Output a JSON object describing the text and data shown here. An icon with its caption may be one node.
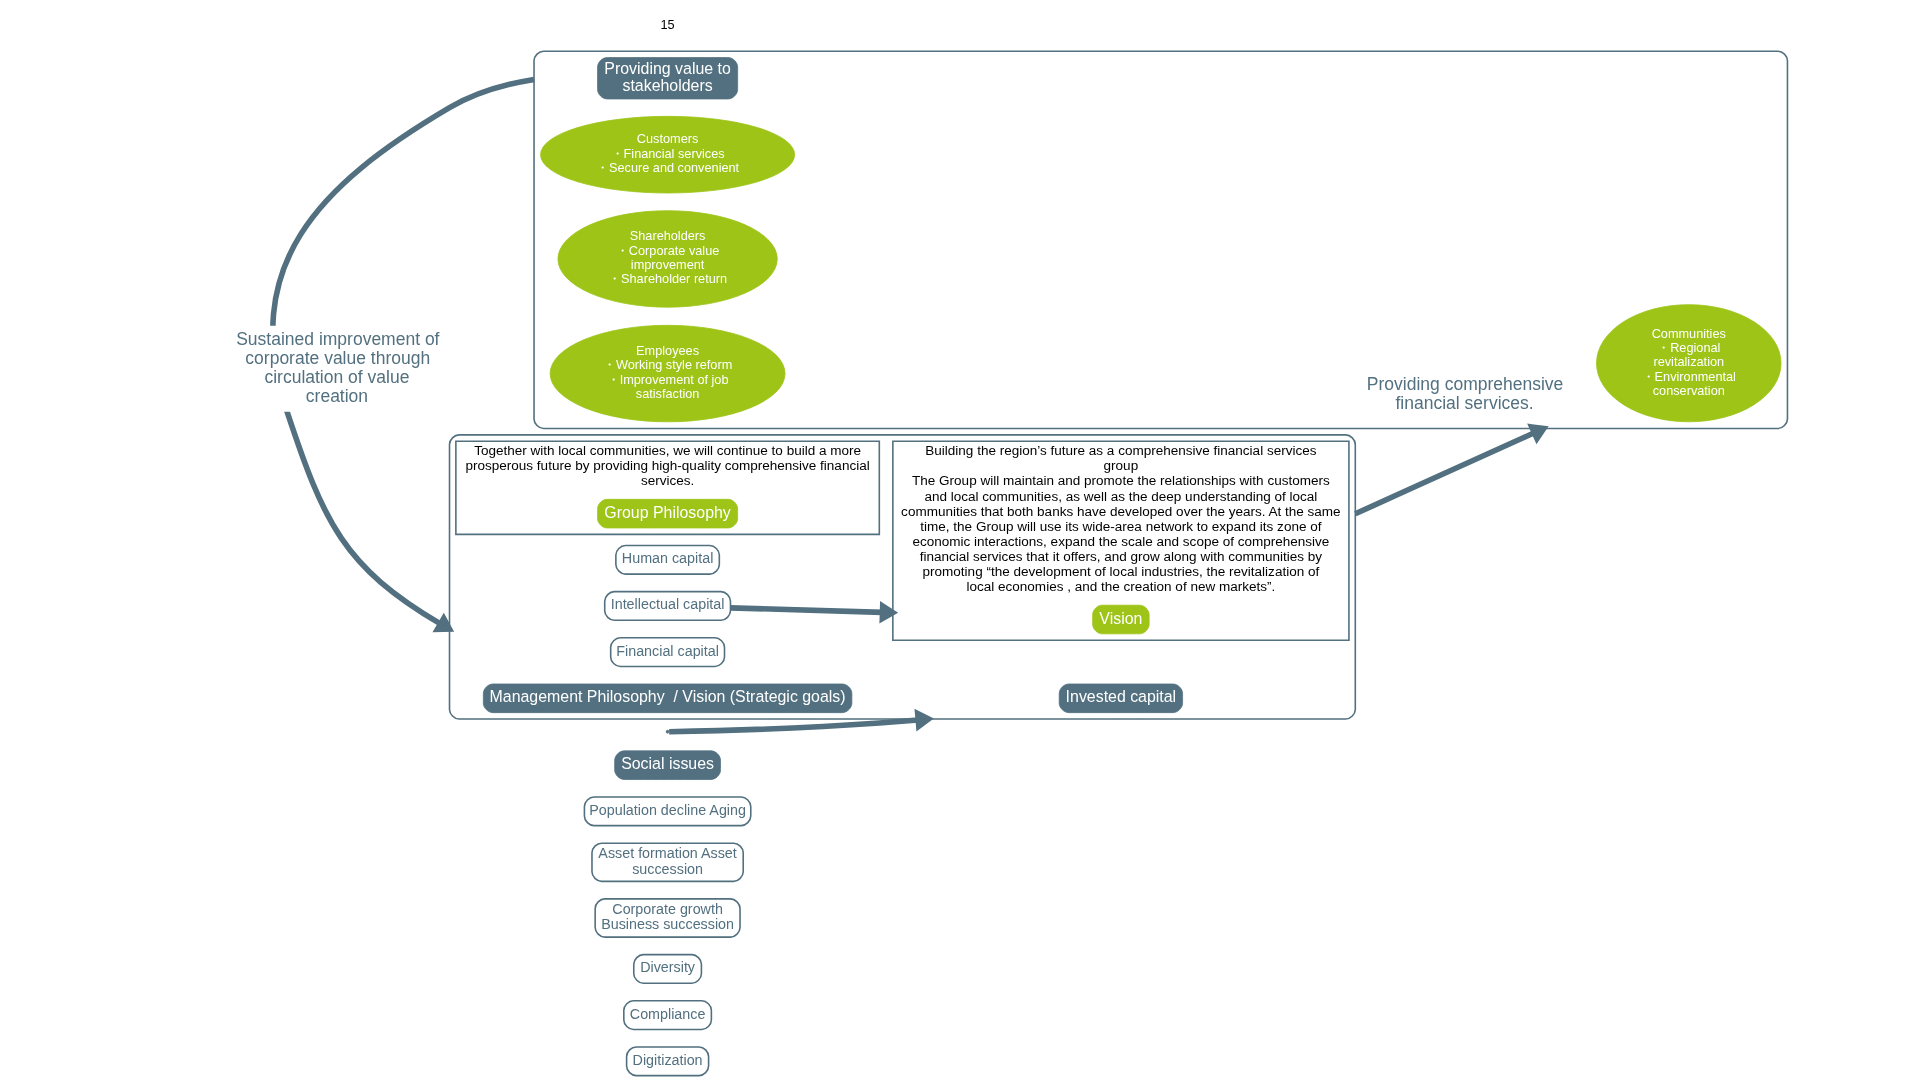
{
  "diagram": {
    "nodes": [
      {
        "text": [
          "Social issues"
        ]
      },
      {
        "text": [
          "Population decline Aging"
        ]
      },
      {
        "text": [
          "Asset formation Asset succession"
        ]
      },
      {
        "text": [
          "Corporate growth Business succession"
        ]
      },
      {
        "text": [
          "Diversity"
        ]
      },
      {
        "text": [
          "Compliance"
        ]
      },
      {
        "text": [
          "Digitization"
        ]
      },
      {
        "text": [],
        "shape": "box"
      },
      {
        "text": [
          "Invested capital"
        ],
        "in": 7
      },
      {
        "text": [
          "Human capital"
        ],
        "in": 7
      },
      {
        "text": [
          "Intellectual capital"
        ],
        "in": 7
      },
      {
        "text": [
          "Financial capital"
        ],
        "in": 7
      },
      {
        "text": [
          "Management Philosophy  / Vision (Strategic goals)"
        ],
        "in": 7
      },
      {
        "text": [
          "Together with local communities, we will continue to build a more prosperous future by providing high-quality comprehensive financial services."
        ],
        "in": 7
      },
      {
        "text": [
          "Group Philosophy"
        ],
        "in": 13
      },
      {
        "text": [
          "Building the region’s future as a comprehensive financial services group",
          "The Group will maintain and promote the relationships with customers and local communities, as well as the deep understanding of local communities that both banks have developed over the years. At the same time, the Group will use its wide-area network to expand its zone of economic interactions, expand the scale and scope of comprehensive financial services that it offers, and grow along with communities by promoting “the development of local industries, the revitalization of local economies , and the creation of new markets”."
        ],
        "in": 7
      },
      {
        "text": [
          "Vision"
        ],
        "in": 15
      },
      {
        "text": [],
        "shape": "box"
      },
      {
        "text": [
          "Providing value to stakeholders"
        ],
        "in": 17
      },
      {
        "text": [
          "Communities",
          "・Regional revitalization",
          "・Environmental conservation"
        ],
        "in": 17
      },
      {
        "text": [
          "Customers",
          "・Financial services",
          "・Secure and convenient"
        ],
        "in": 17
      },
      {
        "text": [
          "Shareholders",
          "・Corporate value improvement",
          "・Shareholder return"
        ],
        "in": 17
      },
      {
        "text": [
          "Employees",
          "・Working style reform",
          "・Improvement of job satisfaction"
        ],
        "in": 17
      }
    ],
    "edges": [
      {
        "from": null,
        "to": 7,
        "arrow": "to"
      },
      {
        "from": 10,
        "to": 15,
        "arrow": "to"
      },
      {
        "from": 7,
        "to": 17,
        "label": "Providing comprehensive financial services.",
        "arrow": "to"
      },
      {
        "from": 17,
        "to": 7,
        "label": "Sustained improvement of corporate value through circulation of value creation",
        "arrow": "to"
      }
    ],
    "labels": [
      "15"
    ]
  }
}
